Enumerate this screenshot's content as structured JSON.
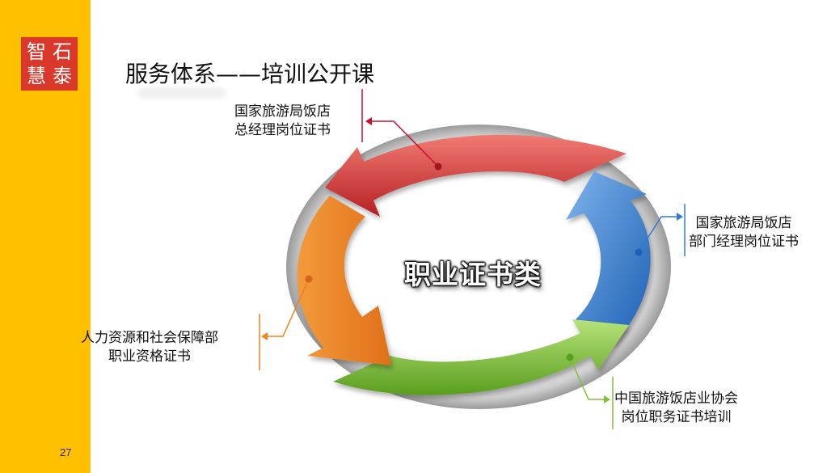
{
  "page": {
    "title": "服务体系——培训公开课",
    "number": "27"
  },
  "logo": {
    "chars": [
      "智",
      "石",
      "慧",
      "泰"
    ]
  },
  "diagram": {
    "center": "职业证书类",
    "nodes": {
      "top": {
        "lines": [
          "国家旅游局饭店",
          "总经理岗位证书"
        ],
        "color": "#D92E2E"
      },
      "right": {
        "lines": [
          "国家旅游局饭店",
          "部门经理岗位证书"
        ],
        "color": "#2E7BD1"
      },
      "bottom": {
        "lines": [
          "中国旅游饭店业协会",
          "岗位职务证书培训"
        ],
        "color": "#7DC03A"
      },
      "left": {
        "lines": [
          "人力资源和社会保障部",
          "职业资格证书"
        ],
        "color": "#F0821E"
      }
    }
  },
  "colors": {
    "sidebar": "#FFC000",
    "logo": "#D9382A"
  }
}
